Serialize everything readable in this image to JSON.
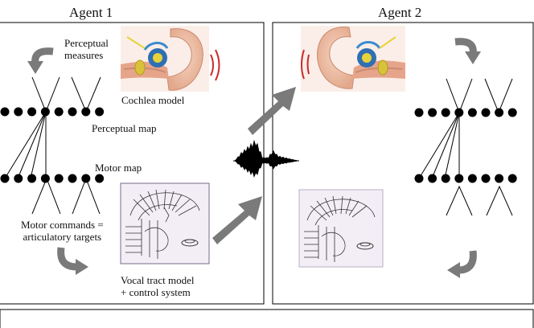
{
  "agents": [
    {
      "title": "Agent 1"
    },
    {
      "title": "Agent 2"
    }
  ],
  "labels": {
    "perceptual_measures": [
      "Perceptual",
      "measures"
    ],
    "cochlea_model": "Cochlea model",
    "perceptual_map": "Perceptual map",
    "motor_map": "Motor map",
    "motor_commands": [
      "Motor commands =",
      "articulatory targets"
    ],
    "vocal_tract_model": [
      "Vocal tract model",
      "+ control system"
    ]
  },
  "colors": {
    "arrow": "#7a7a7a",
    "ear_skin": "#e8b59a",
    "ear_shade": "#c98a72",
    "cochlea_blue": "#2f6fb3",
    "cochlea_yellow": "#e8d23a",
    "sound_waves": "#cc2a2a",
    "panel_border": "#000000"
  },
  "icons": [
    "curved-arrow-icon",
    "ear-cochlea-icon",
    "vocal-tract-icon",
    "sound-waveform-icon"
  ]
}
